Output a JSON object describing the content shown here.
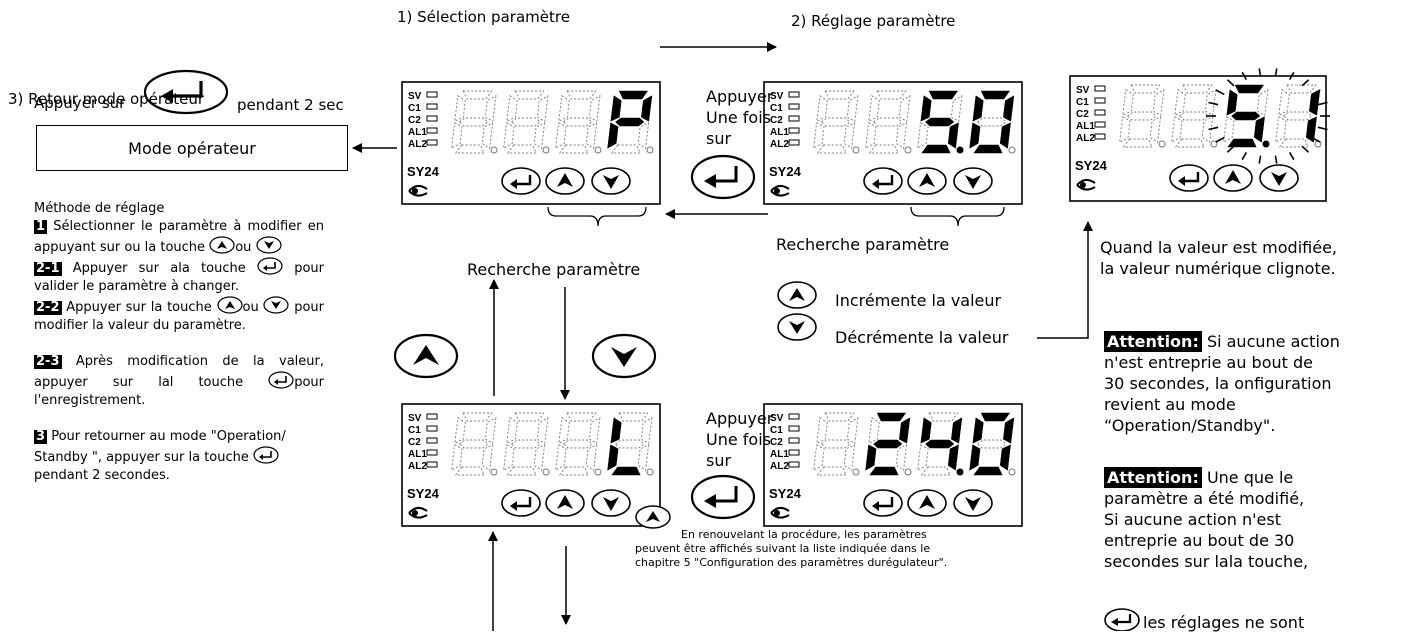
{
  "top": {
    "press_prefix": "Appuyer sur",
    "press_suffix": "pendant 2 sec",
    "step1": "1) Sélection paramètre",
    "step2": "2) Réglage paramètre",
    "step3": "3) Retour mode opérateur"
  },
  "mode_box": "Mode opérateur",
  "appuyer": [
    "Appuyer",
    "Une fois",
    "sur"
  ],
  "recherche_top": "Recherche paramètre",
  "recherche_mid": "Recherche paramètre",
  "increment": "Incrémente la  valeur",
  "decrement": "Décrémente la valeur",
  "blink_note": [
    "Quand la valeur est  modifiée,",
    "la valeur numérique clignote."
  ],
  "attention1": {
    "label": "Attention:",
    "lines": [
      "Si aucune action",
      "n'est entreprie au bout de",
      "30 secondes, la  onfiguration",
      "revient au mode",
      "“Operation/Standby\"."
    ]
  },
  "attention2": {
    "label": "Attention:",
    "lines": [
      "Une que le",
      "paramètre a été modifié,",
      "Si aucune action n'est",
      "entreprie au bout de 30",
      "secondes sur lala touche,",
      "les réglages ne sont"
    ]
  },
  "method": {
    "title": "Méthode de réglage",
    "b1": "1",
    "s1a": "Sélectionner le paramètre à modifier en appuyant sur ou la touche",
    "s1b": "ou",
    "b21": "2-1",
    "s21a": "Appuyer sur ala touche",
    "s21b": "pour valider le paramètre à changer.",
    "b22": "2-2",
    "s22a": "Appuyer sur la touche",
    "s22b": "ou",
    "s22c": "pour modifier la valeur du paramètre.",
    "b23": "2-3",
    "s23a": "Après modification de la valeur, appuyer sur lal touche",
    "s23b": "pour l'enregistrement.",
    "b3": "3",
    "s3a": "Pour retourner au mode \"Operation/ Standby \", appuyer sur la touche",
    "s3b": "pendant 2 secondes."
  },
  "procedure_note": [
    "En renouvelant la procédure, les paramètres",
    "peuvent être affichés suivant la liste indiquée dans le",
    "chapitre 5 \"Configuration des paramètres durégulateur\"."
  ],
  "panel": {
    "leds": [
      "SV",
      "C1",
      "C2",
      "AL1",
      "AL2"
    ],
    "model": "SY24"
  },
  "displays": [
    {
      "value": "P",
      "digits": "   P"
    },
    {
      "value": "5.0",
      "digits": "  5.0"
    },
    {
      "value": "5.1",
      "digits": "  5.1"
    },
    {
      "value": "L",
      "digits": "   L"
    },
    {
      "value": "24.0",
      "digits": " 24.0"
    }
  ]
}
